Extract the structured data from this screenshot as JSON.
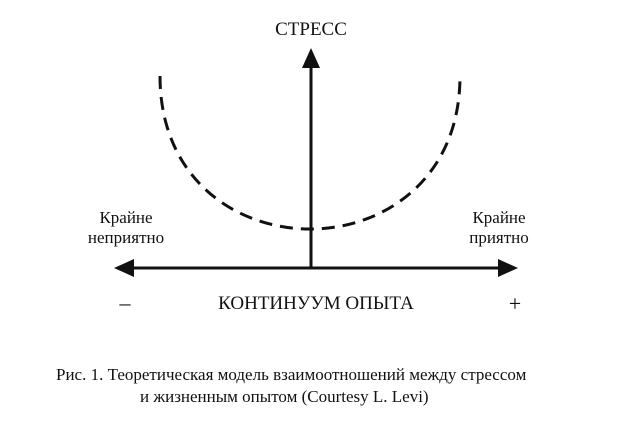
{
  "diagram": {
    "y_axis_label": "СТРЕСС",
    "x_axis_label": "КОНТИНУУМ ОПЫТА",
    "left_label": [
      "Крайне",
      "неприятно"
    ],
    "right_label": [
      "Крайне",
      "приятно"
    ],
    "minus_sign": "–",
    "plus_sign": "+",
    "curve_style": "dashed",
    "ink_color": "#111111"
  },
  "caption": {
    "line1": "Рис. 1. Теоретическая модель взаимоотношений между стрессом",
    "line2": "и жизненным опытом (Courtesy L. Levi)"
  }
}
